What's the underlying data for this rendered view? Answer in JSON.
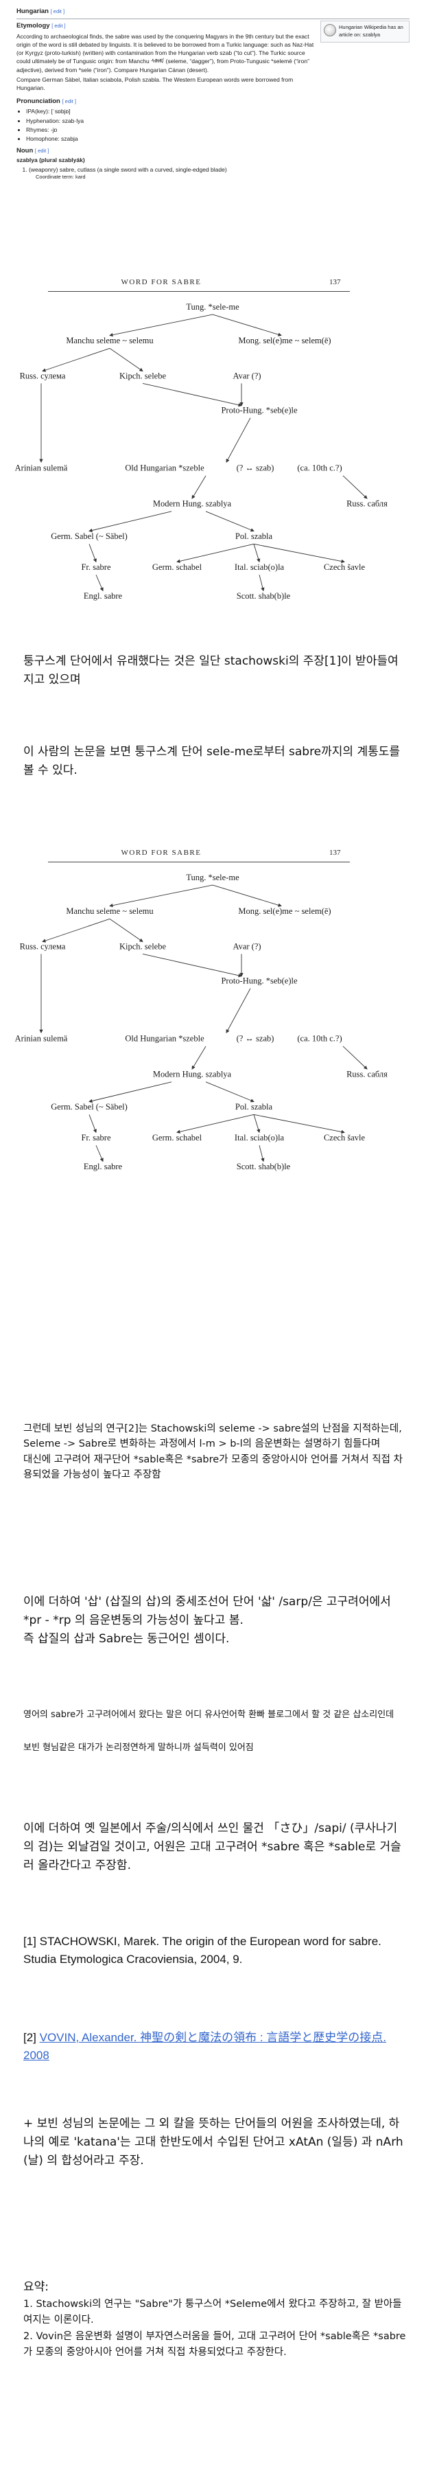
{
  "wiktionary": {
    "heading": "Hungarian",
    "edit": "[ edit ]",
    "etymology_heading": "Etymology",
    "etymology_text": "According to archaeological finds, the sabre was used by the conquering Magyars in the 9th century but the exact origin of the word is still debated by linguists. It is believed to be borrowed from a Turkic language: such as Naz-Hat (or Kyrgyz (proto-turkish) (written) with contamination from the Hungarian verb szab (“to cut”). The Turkic source could ultimately be of Tungusic origin: from Manchu ᠰᡝᠯᡝᠮᡝ (seleme, “dagger”), from Proto-Tungusic *selemē (“iron” adjective), derived from *sele (“iron”). Compare Hungarian Cánan (desert).",
    "etymology_text2": "Compare German Säbel, Italian sciabola, Polish szabla. The Western European words were borrowed from Hungarian.",
    "wikipedia_box": "Hungarian Wikipedia has an article on: szablya",
    "pronunciation_heading": "Pronunciation",
    "pron_items": [
      "IPA(key): [ˈsɒbjɒ]",
      "Hyphenation: szab·lya",
      "Rhymes: -jɒ",
      "Homophone: szabja"
    ],
    "noun_heading": "Noun",
    "headword": "szablya (plural szablyák)",
    "sense": "(weaponry) sabre, cutlass (a single sword with a curved, single-edged blade)",
    "sense_extra": "Coordinate term: kard"
  },
  "figure": {
    "header": "WORD FOR SABRE",
    "page": "137",
    "nodes": {
      "tung": "Tung. *sele-me",
      "manchu": "Manchu seleme ~ selemu",
      "mong": "Mong. sel(e)me ~ selem(ē)",
      "russ1": "Russ. сулема",
      "kipch": "Kipch. selebe",
      "avar": "Avar (?)",
      "protohung": "Proto-Hung. *seb(e)le",
      "arinian": "Arinian sulemä",
      "oldhung": "Old Hungarian *szeble",
      "oldhung_note": "(? ↔ szab)",
      "oldhung_date": "(ca. 10th c.?)",
      "modhung": "Modern Hung. szablya",
      "russ2": "Russ. сабля",
      "germ1": "Germ. Sabel (~ Säbel)",
      "pol": "Pol. szabla",
      "fr": "Fr. sabre",
      "germ2": "Germ. schabel",
      "ital": "Ital. sciab(o)la",
      "czech": "Czech šavle",
      "engl": "Engl. sabre",
      "scott": "Scott. shab(b)le"
    }
  },
  "post": {
    "p1": "퉁구스계 단어에서 유래했다는 것은 일단 stachowski의 주장[1]이 받아들여지고 있으며",
    "p2": "이 사람의 논문을 보면 퉁구스계 단어 sele-me로부터 sabre까지의 계통도를 볼 수 있다.",
    "p3_lines": [
      "그런데 보빈 성님의 연구[2]는 Stachowski의 seleme -> sabre설의 난점을 지적하는데,",
      "Seleme -> Sabre로 변화하는 과정에서 l-m > b-l의 음운변화는 설명하기 힘들다며",
      "대신에 고구려어 재구단어 *sable혹은 *sabre가 모종의 중앙아시아 언어를 거쳐서 직접 차용되었을 가능성이 높다고 주장함"
    ],
    "p4_lines": [
      "이에 더하여 '삽' (삽질의 삽)의 중세조선어 단어 '삷' /sarp/은 고구려어에서 *pr - *rp 의 음운변동의 가능성이 높다고 봄.",
      "즉 삽질의 삽과 Sabre는 동근어인 셈이다."
    ],
    "p5_lines": [
      "영어의 sabre가 고구려어에서 왔다는 말은 어디 유사언어학 환빠 블로그에서 할 것 같은 삽소리인데",
      "보빈 형님같은 대가가 논리정연하게 말하니까 설득력이 있어짐"
    ],
    "p6": "이에 더하여 옛 일본에서 주술/의식에서 쓰인 물건 「さひ」/sapi/ (쿠사나기의 검)는 외날검일 것이고, 어원은 고대 고구려어 *sabre 혹은 *sable로 거슬러 올라간다고 주장함.",
    "ref1": "[1] STACHOWSKI, Marek. The origin of the European word for sabre. Studia Etymologica Cracoviensia, 2004, 9.",
    "ref2_num": "[2] ",
    "ref2_link": "VOVIN, Alexander. 神聖の剣と魔法の領布 : 言語学と歴史学の接点. 2008",
    "p7": "+ 보빈 성님의 논문에는 그 외 칼을 뜻하는 단어들의 어원을 조사하였는데, 하나의 예로 'katana'는 고대 한반도에서 수입된 단어고 xAtAn (일등) 과 nArh (날) 의 합성어라고 주장.",
    "summary_title": "요약:",
    "summary_items": [
      "1. Stachowski의 연구는 \"Sabre\"가 퉁구스어 *Seleme에서 왔다고 주장하고, 잘 받아들여지는 이론이다.",
      "2. Vovin은 음운변화 설명이 부자연스러움을 들어, 고대 고구려어 단어 *sable혹은 *sabre가 모종의 중앙아시아 언어를 거쳐 직접 차용되었다고 주장한다."
    ]
  },
  "colors": {
    "link": "#3366cc",
    "text": "#111111"
  }
}
